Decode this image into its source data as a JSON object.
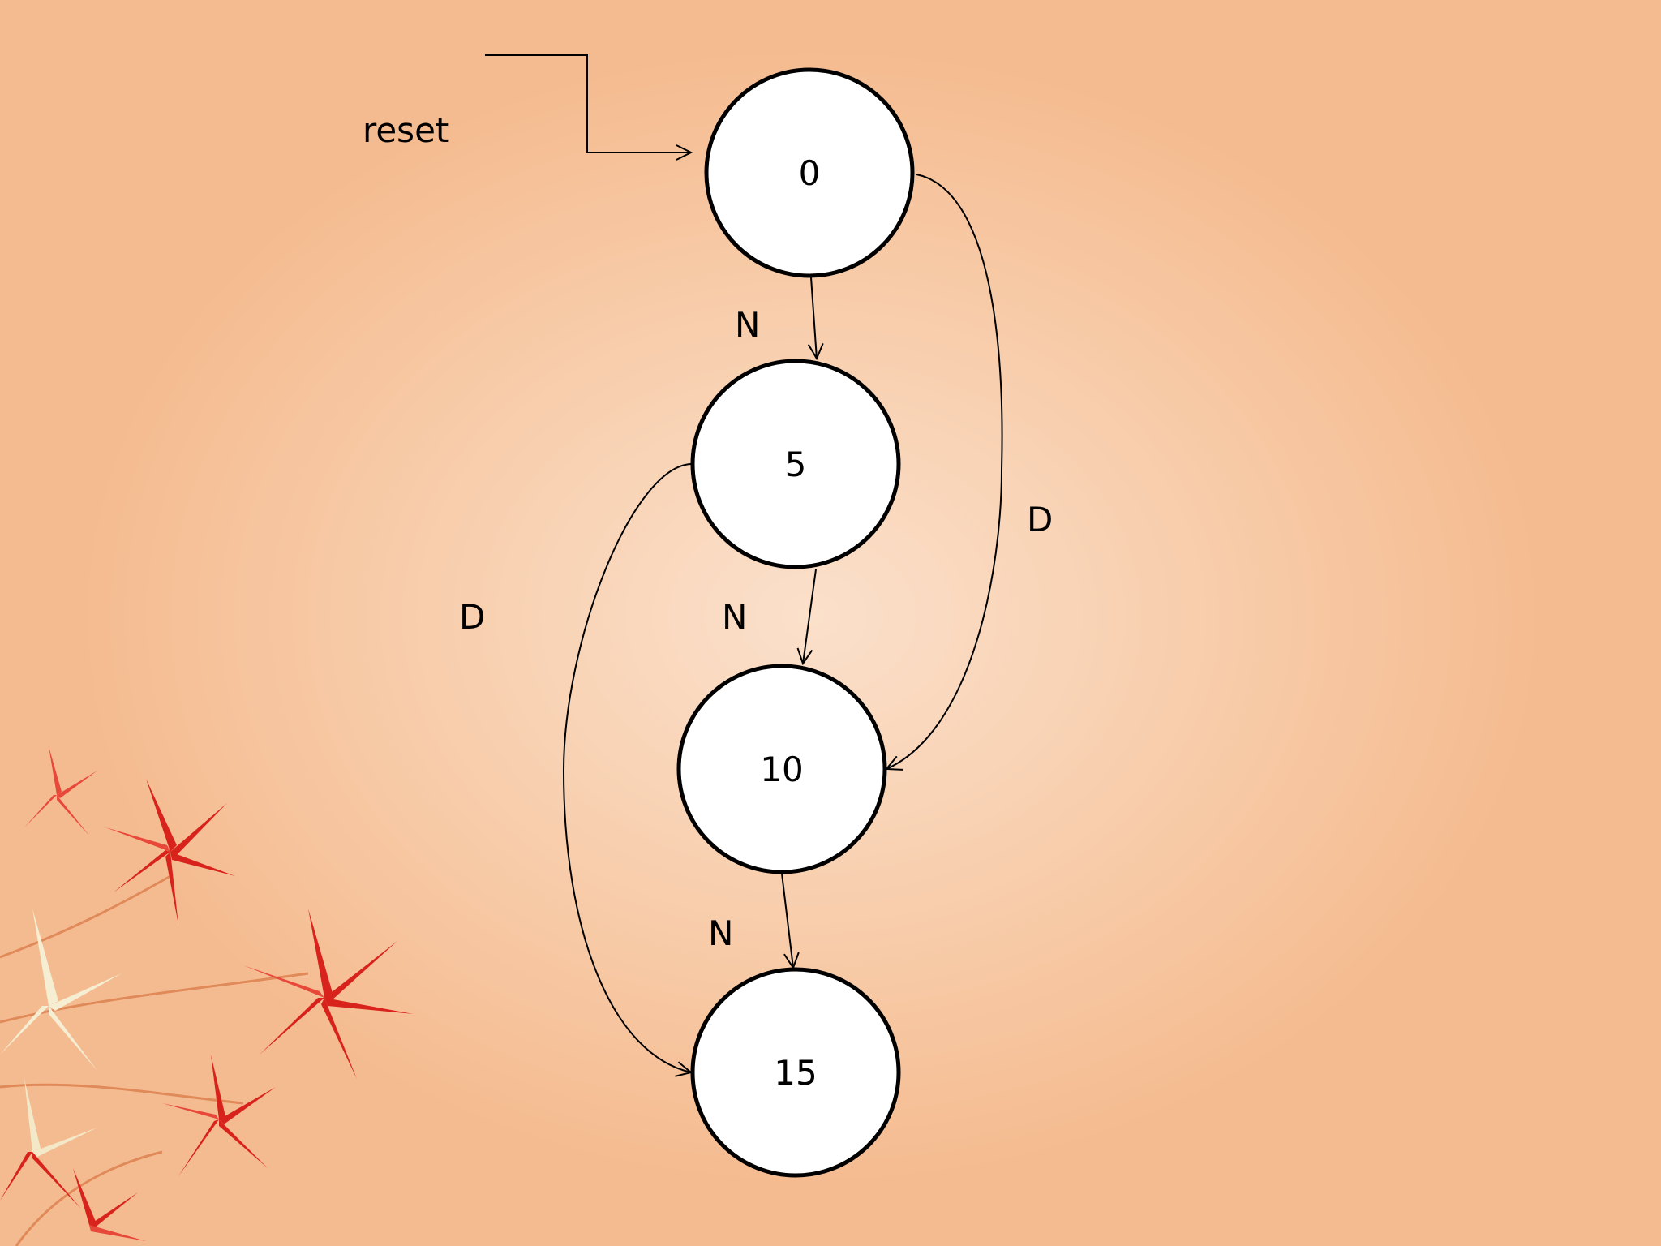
{
  "diagram": {
    "reset_label": "reset",
    "states": [
      {
        "id": "s0",
        "label": "0"
      },
      {
        "id": "s5",
        "label": "5"
      },
      {
        "id": "s10",
        "label": "10"
      },
      {
        "id": "s15",
        "label": "15"
      }
    ],
    "transitions": [
      {
        "from": "0",
        "to": "5",
        "label": "N"
      },
      {
        "from": "5",
        "to": "10",
        "label": "N"
      },
      {
        "from": "10",
        "to": "15",
        "label": "N"
      },
      {
        "from": "0",
        "to": "10",
        "label": "D"
      },
      {
        "from": "5",
        "to": "15",
        "label": "D"
      }
    ]
  },
  "colors": {
    "background_center": "#fbe0cb",
    "background_edge": "#f5bb90",
    "flower_red": "#d8231c",
    "flower_cream": "#f3e9c8"
  }
}
